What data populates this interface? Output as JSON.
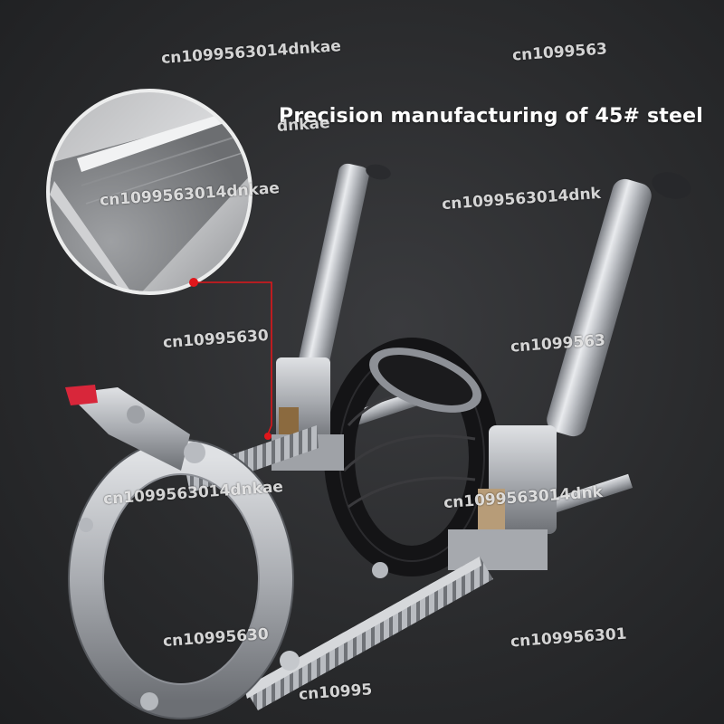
{
  "headline": "Precision manufacturing of 45# steel",
  "watermark_text": "cn1099563014dnkae",
  "watermark_visible": {
    "w1": "cn1099563014dnkae",
    "w2": "cn109956301",
    "w3": "cn1099563014dnkae",
    "w4": "cn1099563014dnk",
    "w5": "cn10995630",
    "w6": "cn10995",
    "w7": "cn1099563014dnkae",
    "w8": "cn1099563014dnk",
    "w9": "cn10995630",
    "w10": "cn1099563",
    "w11": "dnkae",
    "w12": "cn1099563"
  },
  "colors": {
    "background": "#2a2b2d",
    "steel": "#c9cbcf",
    "rubber": "#1b1b1d",
    "callout": "#e0161b",
    "latch_tip": "#d8263a"
  }
}
